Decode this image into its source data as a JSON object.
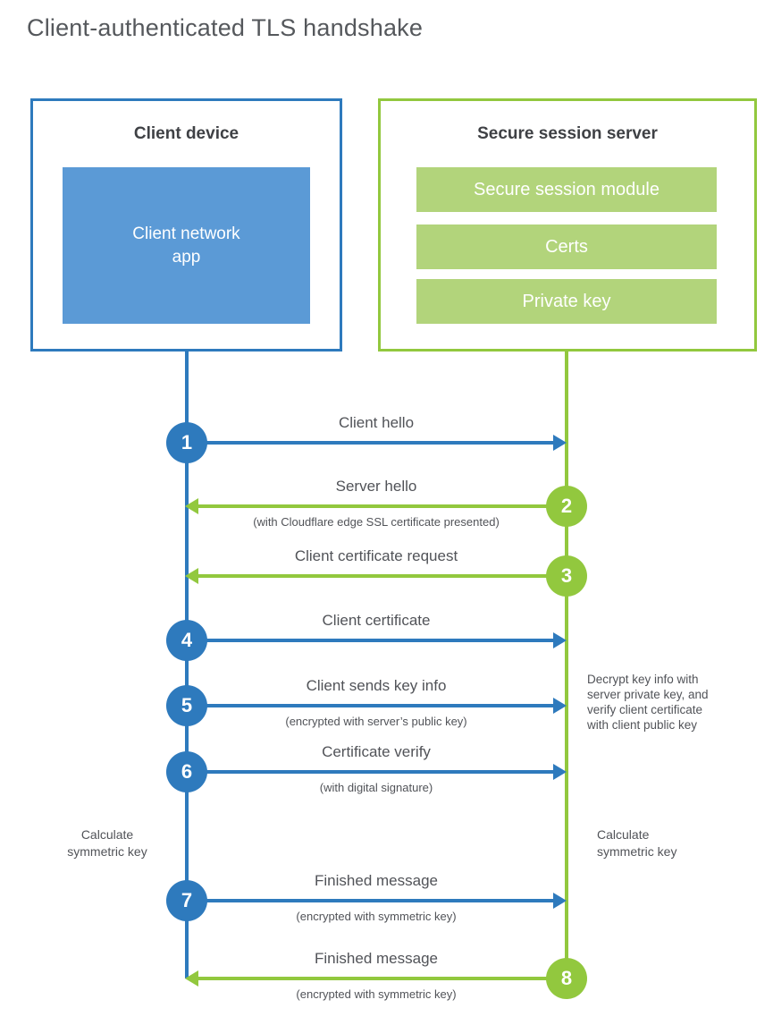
{
  "title": "Client-authenticated TLS handshake",
  "client_box": {
    "title": "Client device",
    "app_label": "Client network app"
  },
  "server_box": {
    "title": "Secure session server",
    "modules": [
      "Secure session module",
      "Certs",
      "Private key"
    ]
  },
  "messages": [
    {
      "step": "1",
      "label": "Client hello",
      "direction": "client-to-server"
    },
    {
      "step": "2",
      "label": "Server hello",
      "sublabel": "(with Cloudflare edge SSL certificate presented)",
      "direction": "server-to-client"
    },
    {
      "step": "3",
      "label": "Client certificate request",
      "direction": "server-to-client"
    },
    {
      "step": "4",
      "label": "Client certificate",
      "direction": "client-to-server"
    },
    {
      "step": "5",
      "label": "Client sends key info",
      "sublabel": "(encrypted with server’s public key)",
      "direction": "client-to-server"
    },
    {
      "step": "6",
      "label": "Certificate verify",
      "sublabel": "(with digital signature)",
      "direction": "client-to-server"
    },
    {
      "step": "7",
      "label": "Finished message",
      "sublabel": "(encrypted with symmetric key)",
      "direction": "client-to-server"
    },
    {
      "step": "8",
      "label": "Finished message",
      "sublabel": "(encrypted with symmetric key)",
      "direction": "server-to-client"
    }
  ],
  "notes": {
    "decrypt": "Decrypt key info with server private key, and verify client certificate with client public key",
    "calc_left": "Calculate symmetric key",
    "calc_right": "Calculate symmetric key"
  },
  "colors": {
    "client_stroke": "#2e7abd",
    "client_fill": "#5b9ad6",
    "server_stroke": "#92c83e",
    "server_fill": "#b2d47b",
    "text": "#515358"
  }
}
